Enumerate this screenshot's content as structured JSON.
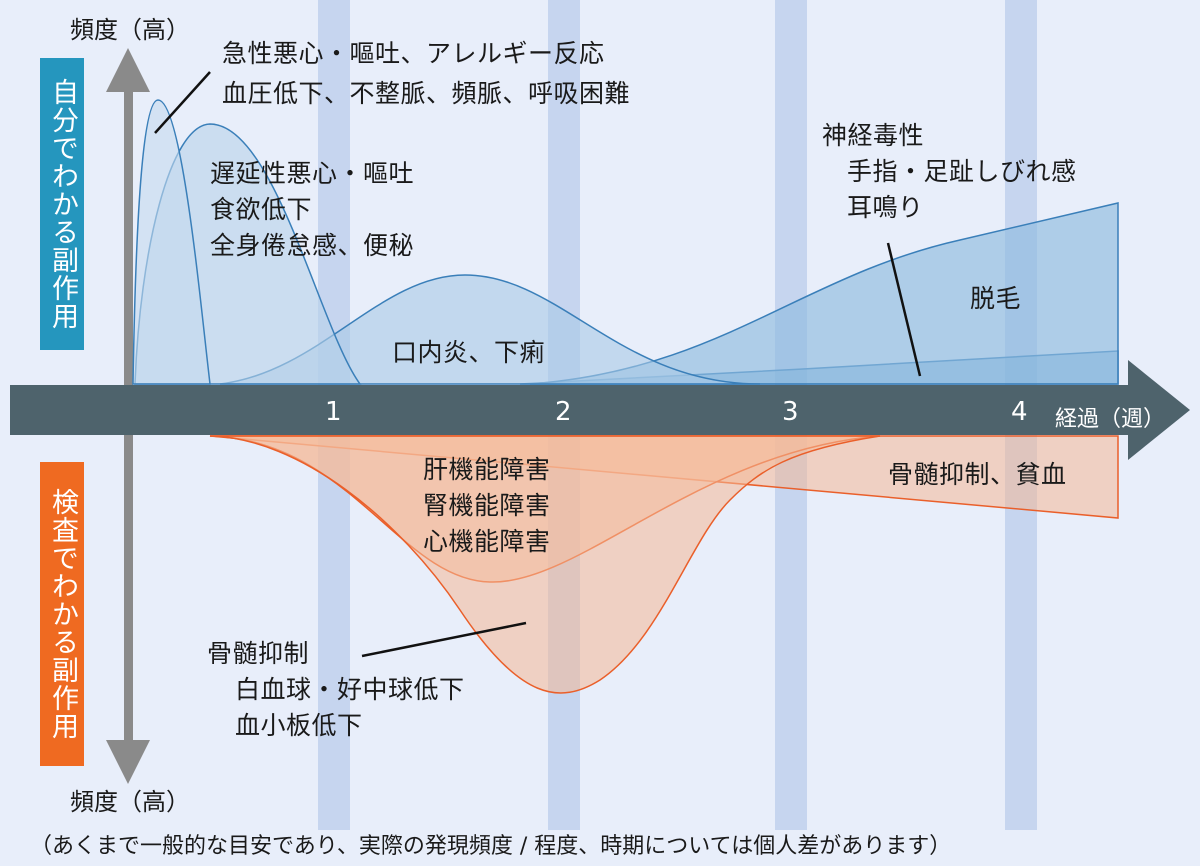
{
  "colors": {
    "background": "#e8eefa",
    "week_band": "#c4d3ee",
    "axis_arrow": "#4e636c",
    "vertical_arrow": "#8a8a8a",
    "self_label_bg": "#2596be",
    "test_label_bg": "#ef6a21",
    "blue_fill": "#8fbbdf",
    "blue_line": "#3a7fb9",
    "orange_fill": "#f4b896",
    "orange_line": "#ea5f2a"
  },
  "axis": {
    "freq_top": "頻度（高）",
    "freq_bottom": "頻度（高）",
    "self_label": "自分でわかる副作用",
    "test_label": "検査でわかる副作用",
    "weeks": [
      "1",
      "2",
      "3",
      "4"
    ],
    "x_label": "経過（週）"
  },
  "labels": {
    "acute": [
      "急性悪心・嘔吐、アレルギー反応",
      "血圧低下、不整脈、頻脈、呼吸困難"
    ],
    "delayed": [
      "遅延性悪心・嘔吐",
      "食欲低下",
      "全身倦怠感、便秘"
    ],
    "stomatitis": "口内炎、下痢",
    "neuro": [
      "神経毒性",
      "手指・足趾しびれ感",
      "耳鳴り"
    ],
    "hair": "脱毛",
    "organ": [
      "肝機能障害",
      "腎機能障害",
      "心機能障害"
    ],
    "marrow_late": "骨髄抑制、貧血",
    "marrow": [
      "骨髄抑制",
      "白血球・好中球低下",
      "血小板低下"
    ]
  },
  "note": "（あくまで一般的な目安であり、実際の発現頻度 / 程度、時期については個人差があります）"
}
